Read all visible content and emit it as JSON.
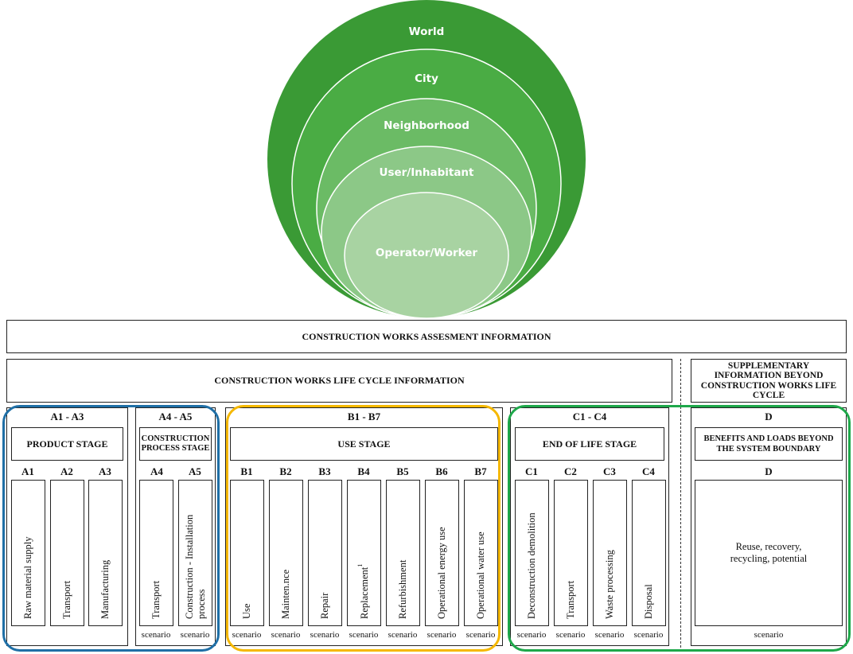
{
  "colors": {
    "world": "#3a9a35",
    "city": "#4aac44",
    "neighborhood": "#6bbb65",
    "user": "#8cc887",
    "operator": "#a8d3a2",
    "product_highlight": "#1f6fa6",
    "use_highlight": "#f5b800",
    "end_highlight": "#1ea84a"
  },
  "scales": {
    "world": "World",
    "city": "City",
    "neighborhood": "Neighborhood",
    "user": "User/Inhabitant",
    "operator": "Operator/Worker"
  },
  "assessment_title": "CONSTRUCTION WORKS ASSESMENT INFORMATION",
  "lifecycle_title": "CONSTRUCTION WORKS LIFE CYCLE INFORMATION",
  "supplementary_title": "SUPPLEMENTARY INFORMATION BEYOND CONSTRUCTION WORKS LIFE CYCLE",
  "groups": {
    "product": {
      "range": "A1 - A3",
      "stage": "PRODUCT STAGE",
      "modules": [
        {
          "code": "A1",
          "label": "Raw material supply"
        },
        {
          "code": "A2",
          "label": "Transport"
        },
        {
          "code": "A3",
          "label": "Manufacturing"
        }
      ]
    },
    "construction": {
      "range": "A4 - A5",
      "stage": "CONSTRUCTION PROCESS STAGE",
      "modules": [
        {
          "code": "A4",
          "label": "Transport",
          "scenario": "scenario"
        },
        {
          "code": "A5",
          "label": "Construction - Installation process",
          "scenario": "scenario"
        }
      ]
    },
    "use": {
      "range": "B1 - B7",
      "stage": "USE STAGE",
      "modules": [
        {
          "code": "B1",
          "label": "Use",
          "scenario": "scenario"
        },
        {
          "code": "B2",
          "label": "Mainten.nce",
          "scenario": "scenario"
        },
        {
          "code": "B3",
          "label": "Repair",
          "scenario": "scenario"
        },
        {
          "code": "B4",
          "label": "Replacement",
          "sup": "1",
          "scenario": "scenario"
        },
        {
          "code": "B5",
          "label": "Refurbishment",
          "scenario": "scenario"
        },
        {
          "code": "B6",
          "label": "Operational energy use",
          "scenario": "scenario"
        },
        {
          "code": "B7",
          "label": "Operational water use",
          "scenario": "scenario"
        }
      ]
    },
    "end": {
      "range": "C1 - C4",
      "stage": "END OF LIFE STAGE",
      "modules": [
        {
          "code": "C1",
          "label": "Deconstruction demolition",
          "scenario": "scenario"
        },
        {
          "code": "C2",
          "label": "Transport",
          "scenario": "scenario"
        },
        {
          "code": "C3",
          "label": "Waste processing",
          "scenario": "scenario"
        },
        {
          "code": "C4",
          "label": "Disposal",
          "scenario": "scenario"
        }
      ]
    },
    "beyond": {
      "range": "D",
      "stage": "BENEFITS AND LOADS BEYOND THE SYSTEM BOUNDARY",
      "code": "D",
      "label": "Reuse, recovery, recycling, potential",
      "scenario": "scenario"
    }
  }
}
